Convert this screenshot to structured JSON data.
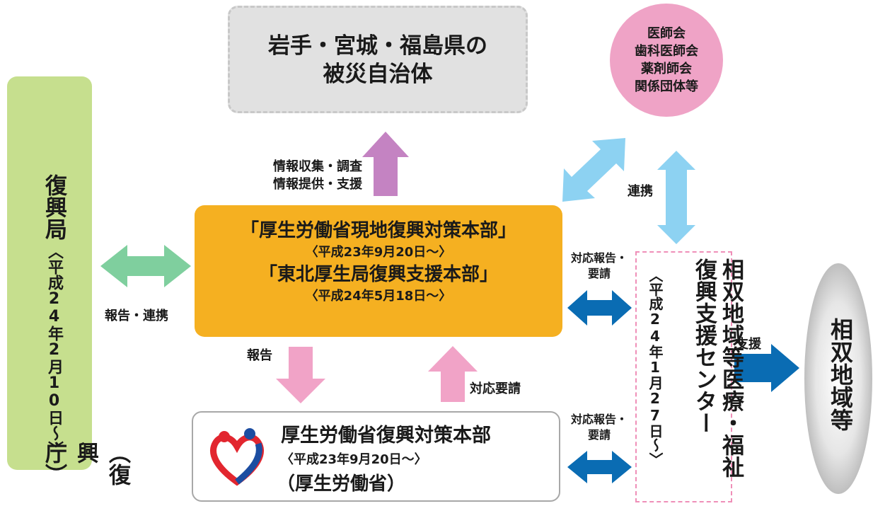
{
  "reconstruction_agency": {
    "name": "復興局",
    "established": "〈平成24年2月10日〜〉",
    "successor": "（復興庁）"
  },
  "affected_municipalities": {
    "line1": "岩手・宮城・福島県の",
    "line2": "被災自治体"
  },
  "associations": [
    "医師会",
    "歯科医師会",
    "薬剤師会",
    "関係団体等"
  ],
  "main_office": {
    "name1": "「厚生労働省現地復興対策本部」",
    "date1": "〈平成23年9月20日〜〉",
    "name2": "「東北厚生局復興支援本部」",
    "date2": "〈平成24年5月18日〜〉"
  },
  "ministry_office": {
    "title": "厚生労働省復興対策本部",
    "date": "〈平成23年9月20日〜〉",
    "org": "（厚生労働省）"
  },
  "souso_center": {
    "name": "相双地域等医療・福祉復興支援センター",
    "established": "〈平成24年1月27日〜〉"
  },
  "souso_area": {
    "name": "相双地域等"
  },
  "labels": {
    "info_line1": "情報収集・調査",
    "info_line2": "情報提供・支援",
    "report_link": "報告・連携",
    "link": "連携",
    "report": "報告",
    "response_request": "対応要請",
    "response_report_1": "対応報告・",
    "response_report_2": "要請",
    "response_report_b1": "対応報告・",
    "response_report_b2": "要請",
    "support": "支援"
  },
  "colors": {
    "green_box": "#c6df8e",
    "green_arrow": "#7fcf9e",
    "orange_box": "#f5b021",
    "pink_circle": "#efa3c6",
    "purple_arrow": "#c483c2",
    "pink_arrow": "#f1a3c7",
    "sky_arrow": "#8dd2f2",
    "blue_arrow": "#0a6cb3",
    "gray_box": "#e1e1e1"
  }
}
